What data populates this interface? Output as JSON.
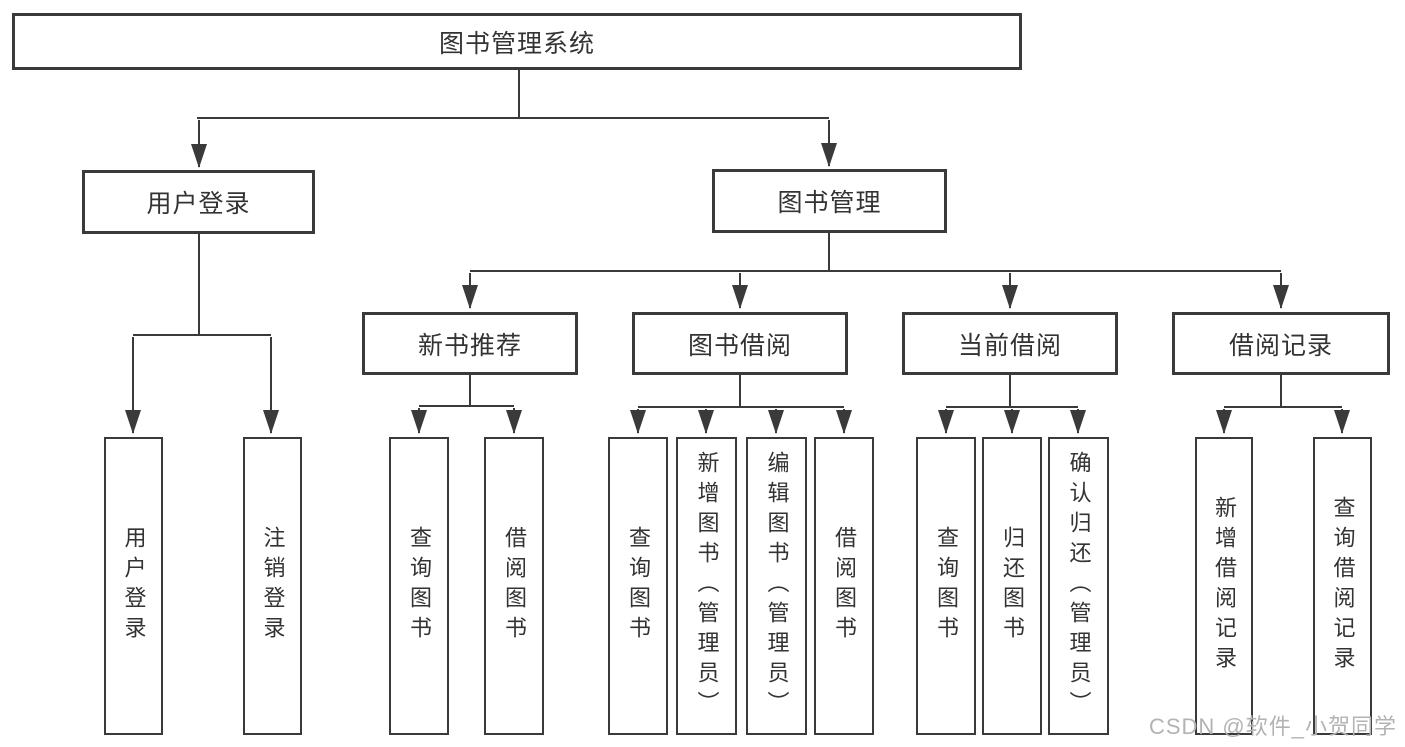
{
  "nodes": {
    "root": "图书管理系统",
    "user_login": "用户登录",
    "book_mgmt": "图书管理",
    "new_books": "新书推荐",
    "book_borrow": "图书借阅",
    "current_borrow": "当前借阅",
    "borrow_records": "借阅记录"
  },
  "leaves": {
    "user_login": [
      "用户登录",
      "注销登录"
    ],
    "new_books": [
      "查询图书",
      "借阅图书"
    ],
    "book_borrow": [
      "查询图书",
      "新增图书（管理员）",
      "编辑图书（管理员）",
      "借阅图书"
    ],
    "current_borrow": [
      "查询图书",
      "归还图书",
      "确认归还（管理员）"
    ],
    "borrow_records": [
      "新增借阅记录",
      "查询借阅记录"
    ]
  },
  "watermark": "CSDN @软件_小贺同学",
  "colors": {
    "line": "#3a3a3a",
    "text": "#333333",
    "watermark": "#b3b3b3",
    "background": "#ffffff"
  }
}
